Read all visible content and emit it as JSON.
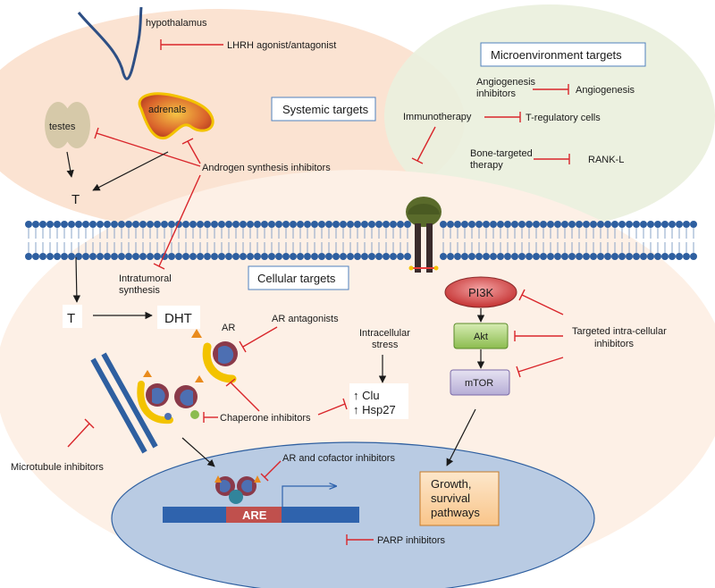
{
  "colors": {
    "systemic_region": "#fbe3d2",
    "microenvironment_region": "#eaf0dd",
    "cell_region": "#fdf0e6",
    "nucleus": "#b9cbe3",
    "membrane_head": "#2e5fa0",
    "inhibitor": "#d9262b",
    "dna_bar": "#2f63ad",
    "are_box": "#c0504d",
    "growth_box": "#fbd3a4"
  },
  "icons": [
    "ar-receptor-icon",
    "androgen-triangle-icon",
    "microtubule-icon",
    "receptor-protein-icon"
  ],
  "labels": {
    "hypothalamus": "hypothalamus",
    "lhrh": "LHRH agonist/antagonist",
    "systemic_targets": "Systemic targets",
    "micro_targets": "Microenvironment targets",
    "angio_inh_1": "Angiogenesis",
    "angio_inh_2": "inhibitors",
    "angiogenesis": "Angiogenesis",
    "immunotherapy": "Immunotherapy",
    "treg": "T-regulatory cells",
    "bone_1": "Bone-targeted",
    "bone_2": "therapy",
    "rankl": "RANK-L",
    "testes": "testes",
    "adrenals": "adrenals",
    "androgen_synth": "Androgen synthesis inhibitors",
    "t_top": "T",
    "intratumoral_1": "Intratumoral",
    "intratumoral_2": "synthesis",
    "cellular_targets": "Cellular targets",
    "t_bottom": "T",
    "dht": "DHT",
    "ar": "AR",
    "ar_antagonists": "AR antagonists",
    "stress_1": "Intracellular",
    "stress_2": "stress",
    "clu": "Clu",
    "hsp27": "Hsp27",
    "pi3k": "PI3K",
    "akt": "Akt",
    "mtor": "mTOR",
    "targeted_1": "Targeted intra-cellular",
    "targeted_2": "inhibitors",
    "chaperone": "Chaperone inhibitors",
    "microtubule": "Microtubule inhibitors",
    "ar_cofactor": "AR and cofactor inhibitors",
    "are": "ARE",
    "growth_1": "Growth,",
    "growth_2": "survival",
    "growth_3": "pathways",
    "parp": "PARP inhibitors"
  }
}
